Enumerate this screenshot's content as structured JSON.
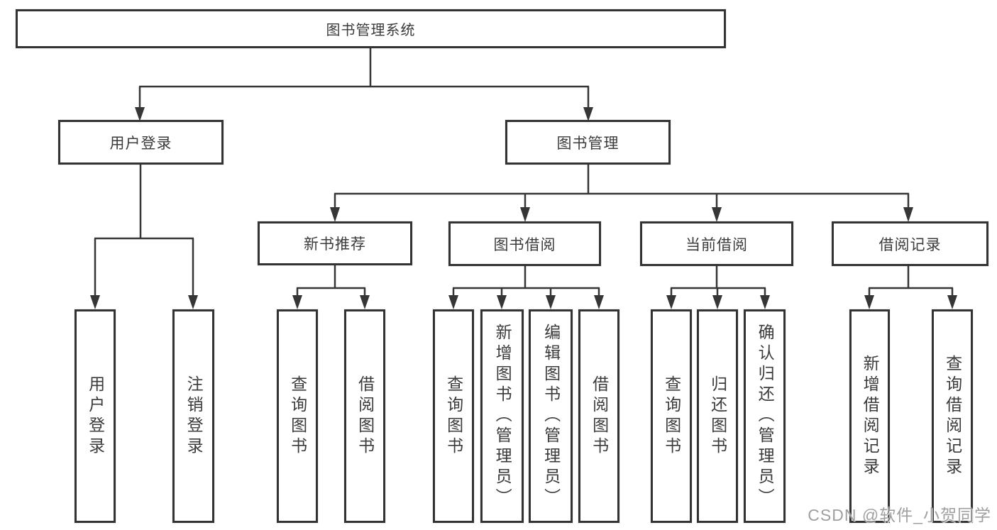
{
  "diagram": {
    "root_label": "图书管理系统",
    "level2": [
      {
        "label": "用户登录"
      },
      {
        "label": "图书管理"
      }
    ],
    "level3": [
      {
        "label": "新书推荐",
        "parent": "图书管理"
      },
      {
        "label": "图书借阅",
        "parent": "图书管理"
      },
      {
        "label": "当前借阅",
        "parent": "图书管理"
      },
      {
        "label": "借阅记录",
        "parent": "图书管理"
      }
    ],
    "leaves": [
      {
        "label": "用户登录",
        "parent": "用户登录"
      },
      {
        "label": "注销登录",
        "parent": "用户登录"
      },
      {
        "label": "查询图书",
        "parent": "新书推荐"
      },
      {
        "label": "借阅图书",
        "parent": "新书推荐"
      },
      {
        "label": "查询图书",
        "parent": "图书借阅"
      },
      {
        "label": "新增图书（管理员）",
        "parent": "图书借阅"
      },
      {
        "label": "编辑图书（管理员）",
        "parent": "图书借阅"
      },
      {
        "label": "借阅图书",
        "parent": "图书借阅"
      },
      {
        "label": "查询图书",
        "parent": "当前借阅"
      },
      {
        "label": "归还图书",
        "parent": "当前借阅"
      },
      {
        "label": "确认归还（管理员）",
        "parent": "当前借阅"
      },
      {
        "label": "新增借阅记录",
        "parent": "借阅记录"
      },
      {
        "label": "查询借阅记录",
        "parent": "借阅记录"
      }
    ],
    "watermark": "CSDN @软件_小贺同学",
    "colors": {
      "line": "#363636",
      "text": "#3b3b3b",
      "background": "#ffffff",
      "watermark": "#848484"
    }
  }
}
